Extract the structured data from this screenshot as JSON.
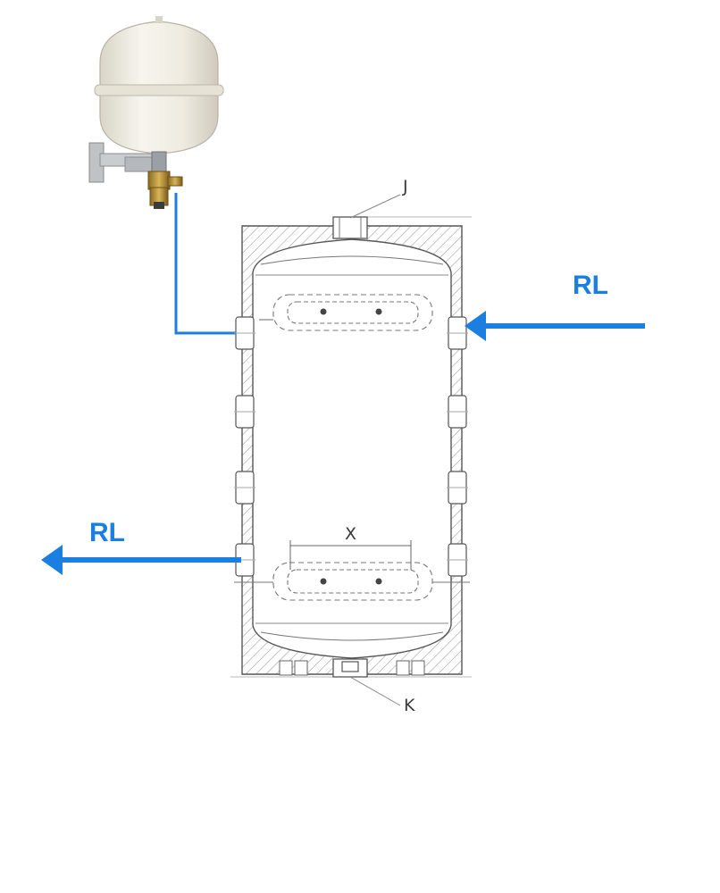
{
  "labels": {
    "top_port": "J",
    "bottom_port": "K",
    "heat_exchanger_dim": "X",
    "return_right": "RL",
    "return_left": "RL"
  },
  "colors": {
    "flow_accent": "#1a7fe0",
    "line": "#555555",
    "hatch": "#9a9a9a",
    "vessel_body": "#f2efe6"
  },
  "icons": {
    "expansion_vessel": "expansion-vessel-icon",
    "arrow_in": "arrow-left-icon",
    "arrow_out": "arrow-left-icon"
  }
}
